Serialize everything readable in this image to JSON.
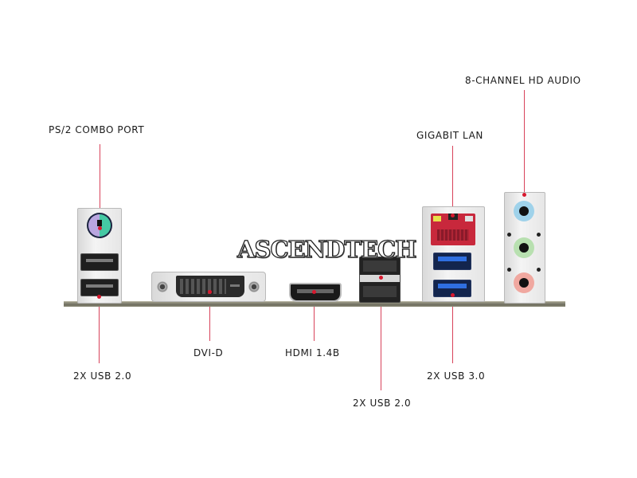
{
  "watermark": "ASCENDTECH",
  "colors": {
    "leader_line": "#d8425a",
    "usb3_blue": "#2f6fe0",
    "lan_red": "#c8283c",
    "audio_line_in": "#9fd2ea",
    "audio_line_out": "#b8e0b0",
    "audio_mic": "#f0a8a0",
    "ps2_keyboard": "#b9a6e0",
    "ps2_mouse": "#45c9a4"
  },
  "labels": {
    "ps2": "PS/2 COMBO PORT",
    "usb2_left": "2X USB 2.0",
    "dvi": "DVI-D",
    "hdmi": "HDMI 1.4B",
    "usb2_mid": "2X USB 2.0",
    "lan": "GIGABIT LAN",
    "usb3": "2X USB 3.0",
    "audio": "8-CHANNEL HD AUDIO"
  }
}
